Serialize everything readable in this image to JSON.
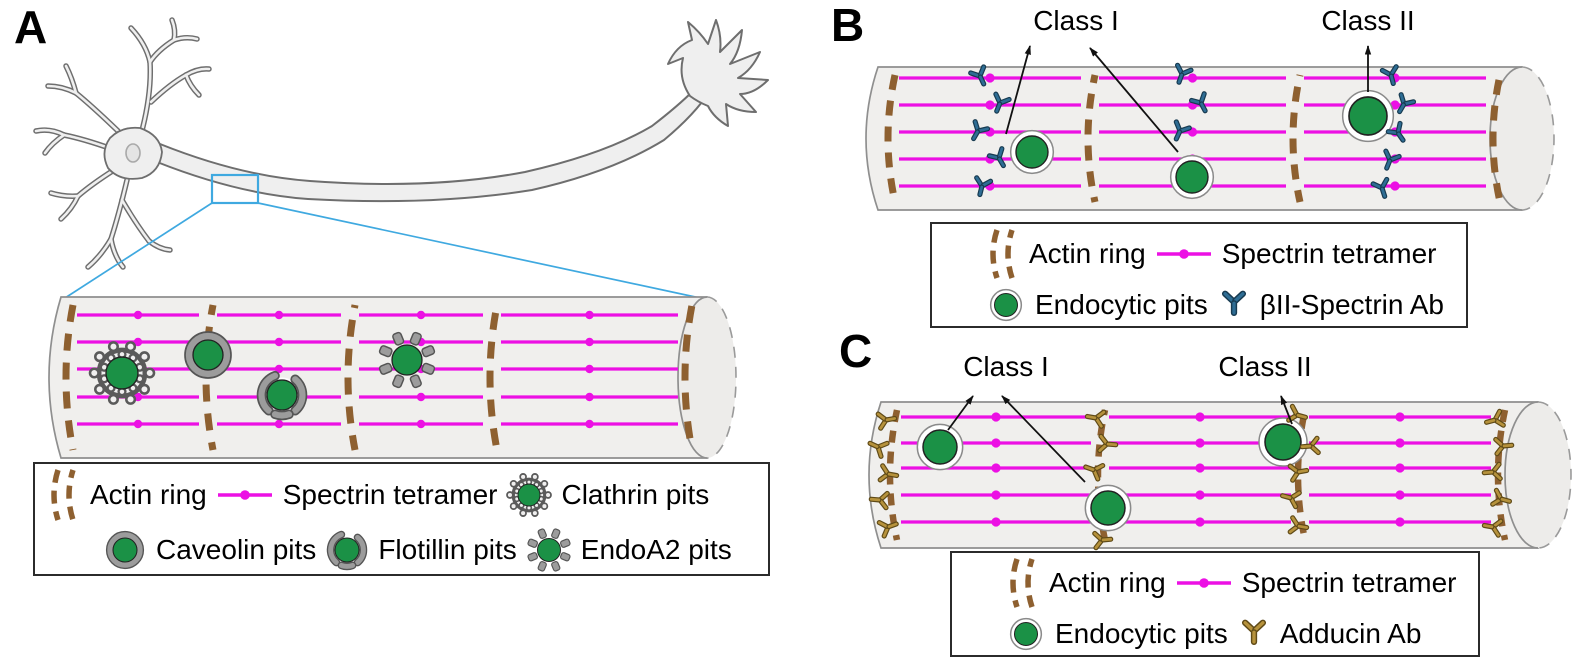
{
  "figure": {
    "panel_a": {
      "panel_label": "A",
      "legend": [
        {
          "icon": "actin-ring-icon",
          "label": "Actin ring"
        },
        {
          "icon": "spectrin-tetramer-icon",
          "label": "Spectrin tetramer"
        },
        {
          "icon": "clathrin-pit-icon",
          "label": "Clathrin pits"
        },
        {
          "icon": "caveolin-pit-icon",
          "label": "Caveolin pits"
        },
        {
          "icon": "flotillin-pit-icon",
          "label": "Flotillin pits"
        },
        {
          "icon": "endoa2-pit-icon",
          "label": "EndoA2 pits"
        }
      ]
    },
    "panel_b": {
      "panel_label": "B",
      "class_labels": {
        "class1": "Class I",
        "class2": "Class II"
      },
      "legend": [
        {
          "icon": "actin-ring-icon",
          "label": "Actin ring"
        },
        {
          "icon": "spectrin-tetramer-icon",
          "label": "Spectrin tetramer"
        },
        {
          "icon": "endocytic-pit-icon",
          "label": "Endocytic pits"
        },
        {
          "icon": "antibody-blue-icon",
          "label": "βII-Spectrin Ab"
        }
      ]
    },
    "panel_c": {
      "panel_label": "C",
      "class_labels": {
        "class1": "Class I",
        "class2": "Class II"
      },
      "legend": [
        {
          "icon": "actin-ring-icon",
          "label": "Actin ring"
        },
        {
          "icon": "spectrin-tetramer-icon",
          "label": "Spectrin tetramer"
        },
        {
          "icon": "endocytic-pit-icon",
          "label": "Endocytic pits"
        },
        {
          "icon": "antibody-gold-icon",
          "label": "Adducin Ab"
        }
      ]
    }
  },
  "colors": {
    "spectrin_magenta": "#EC10E4",
    "actin_brown": "#8E6030",
    "pit_green": "#1B9146",
    "coat_gray": "#9C9C9C",
    "coat_edge": "#555555",
    "clathrin_dark": "#5A5A5A",
    "antibody_blue": "#2E6D94",
    "antibody_blue_edge": "#173A50",
    "antibody_gold": "#B6923C",
    "antibody_gold_edge": "#5F4A17",
    "zoom_box_cyan": "#3FA9E0",
    "axon_fill": "#F0EFED",
    "axon_cap_fill": "#EDECEA",
    "axon_outline": "#8F8F8F",
    "neuron_fill": "#EFEFEF",
    "neuron_outline": "#6E6E6E",
    "arrow_black": "#111111"
  }
}
